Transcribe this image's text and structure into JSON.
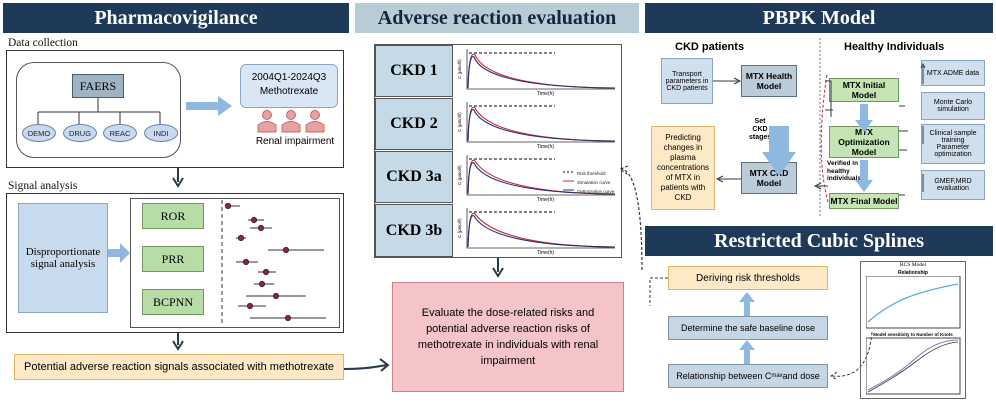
{
  "headers": {
    "pharmacovigilance": "Pharmacovigilance",
    "adverse_eval": "Adverse reaction evaluation",
    "pbpk": "PBPK Model",
    "rcs": "Restricted Cubic Splines"
  },
  "pharmaco": {
    "data_collection": "Data collection",
    "faers": "FAERS",
    "sources": [
      "DEMO",
      "DRUG",
      "REAC",
      "INDI"
    ],
    "period": "2004Q1-2024Q3",
    "drug": "Methotrexate",
    "renal": "Renal impairment",
    "signal_analysis": "Signal analysis",
    "disproportionate": "Disproportionate signal analysis",
    "methods": [
      "ROR",
      "PRR",
      "BCPNN"
    ],
    "potential": "Potential adverse reaction signals associated with methotrexate"
  },
  "adverse": {
    "stages": [
      "CKD 1",
      "CKD 2",
      "CKD 3a",
      "CKD 3b"
    ],
    "ylabel": "C (μmol/l)",
    "xlabel": "Time(h)",
    "legend": [
      "Risk threshold",
      "Simulation curve",
      "Optimization curve"
    ],
    "evaluate": "Evaluate the dose-related risks and potential adverse reaction risks of methotrexate in individuals with renal impairment"
  },
  "pbpk": {
    "ckd_title": "CKD patients",
    "healthy_title": "Healthy Individuals",
    "transport": "Transport parameters in CKD patients",
    "health_model": "MTX Health Model",
    "set_ckd": "Set CKD stages",
    "predicting": "Predicting changes in plasma concentrations of MTX in patients with CKD",
    "ckd_model": "MTX CKD Model",
    "initial": "MTX Initial Model",
    "optimization": "MTX Optimization Model",
    "final": "MTX Final Model",
    "verified": "Verified in healthy individuals",
    "adme": "MTX ADME data",
    "monte1": "Monte Carlo",
    "monte2": "simulation",
    "clinical": "Clinical sample training",
    "param": "Parameter optimization",
    "gmef": "GMEF,MRD evaluation"
  },
  "rcs": {
    "deriving": "Deriving risk thresholds",
    "baseline": "Determine the safe baseline dose",
    "relationship_pre": "Relationship between C",
    "relationship_sub": "max",
    "relationship_post": " and dose",
    "model_title": "RCS Model",
    "plot1": "Relationship",
    "plot2": "Model sensitivity to Number of Knots"
  },
  "colors": {
    "header_dark": "#1f3a59",
    "header_mid": "#b9ccd6",
    "risk_threshold": "#000000",
    "simulation": "#c0273a",
    "optimization": "#24306e",
    "forest_point": "#9b1d3c"
  },
  "icons": [
    "database-icon",
    "people-icon",
    "arrow-icon"
  ]
}
